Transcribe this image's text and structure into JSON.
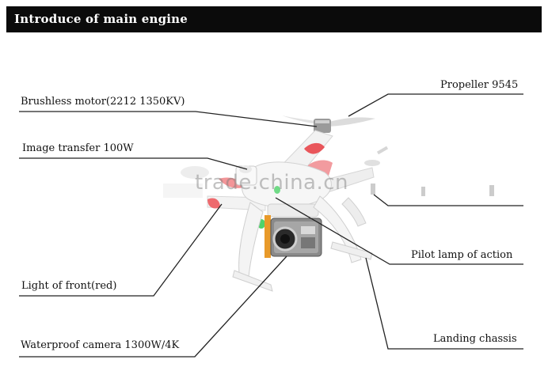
{
  "header": {
    "title": "Introduce of main engine"
  },
  "labels": {
    "brushless_motor": "Brushless motor(2212 1350KV)",
    "image_transfer": "Image transfer 100W",
    "light_front": "Light of front(red)",
    "waterproof_camera": "Waterproof camera 1300W/4K",
    "propeller": "Propeller 9545",
    "pilot_lamp": "Pilot lamp of action",
    "landing_chassis": "Landing chassis"
  },
  "watermark": "trade.china.cn",
  "colors": {
    "header_bg": "#0b0b0b",
    "drone_body": "#f4f4f4",
    "accent_red": "#e8454a",
    "led_green": "#4fd36a",
    "camera_body": "#8a8a8a"
  }
}
